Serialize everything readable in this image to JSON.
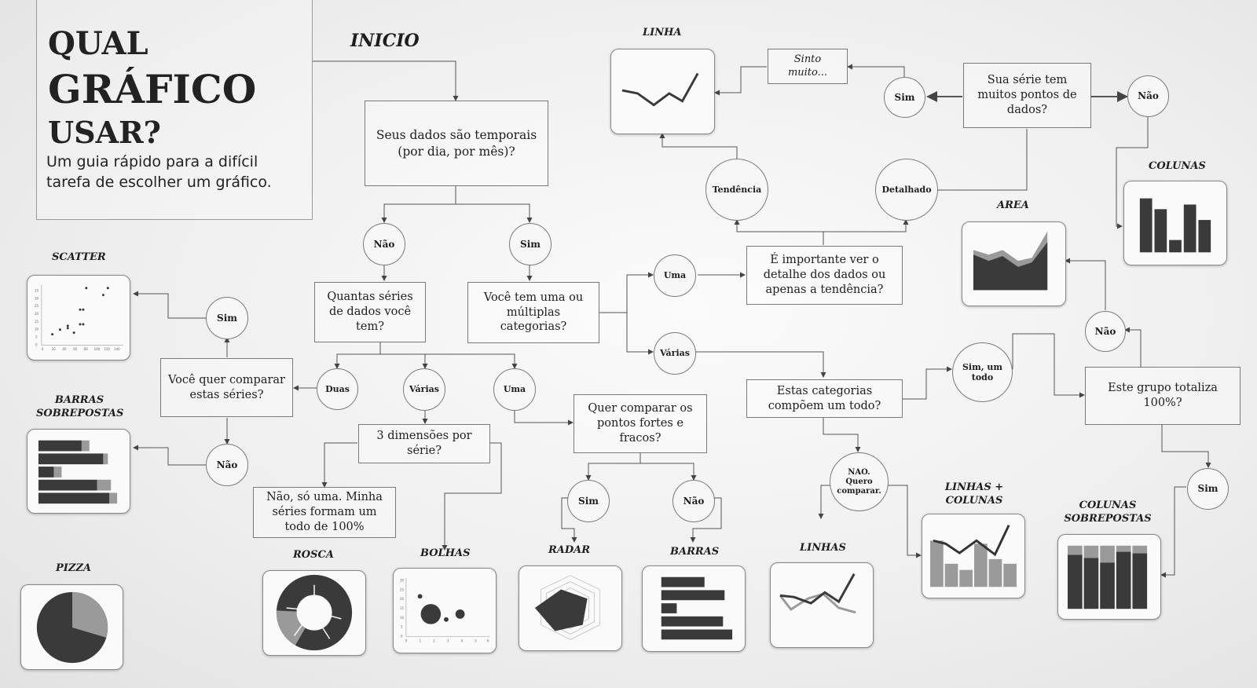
{
  "title": {
    "line1": "QUAL",
    "line2": "GRÁFICO",
    "line3": "USAR?",
    "subtitle": "Um guia rápido para a difícil tarefa de escolher um gráfico."
  },
  "start_label": "INICIO",
  "questions": {
    "temporal": "Seus dados são temporais (por dia, por mês)?",
    "series_count": "Quantas séries de dados você tem?",
    "categories": "Você tem uma ou múltiplas categorias?",
    "compare_series": "Você quer comparar estas séries?",
    "three_dims": "3 dimensões por série?",
    "one_series_whole": "Não, só uma. Minha séries formam um todo de 100%",
    "strengths": "Quer comparar os pontos fortes e fracos?",
    "detail_or_trend": "É importante ver o detalhe dos dados ou apenas a tendência?",
    "many_points": "Sua série tem muitos pontos de dados?",
    "sinto_muito": "Sinto muito...",
    "whole": "Estas categorias compõem um todo?",
    "totals_100": "Este grupo totaliza 100%?"
  },
  "answers": {
    "nao_temporal": "Não",
    "sim_temporal": "Sim",
    "duas": "Duas",
    "varias_series": "Várias",
    "uma_series": "Uma",
    "sim_compare": "Sim",
    "nao_compare": "Não",
    "sim_strengths": "Sim",
    "nao_strengths": "Não",
    "uma_cat": "Uma",
    "varias_cat": "Várias",
    "tendencia": "Tendência",
    "detalhado": "Detalhado",
    "sim_points": "Sim",
    "nao_points": "Não",
    "sim_whole": "Sim, um todo",
    "nao_whole": "NAO. Quero comparar.",
    "nao_100": "Não",
    "sim_100": "Sim"
  },
  "charts": {
    "linha": "LINHA",
    "colunas": "COLUNAS",
    "area": "AREA",
    "scatter": "SCATTER",
    "barras_sobrepostas": "BARRAS SOBREPOSTAS",
    "pizza": "PIZZA",
    "rosca": "ROSCA",
    "bolhas": "BOLHAS",
    "radar": "RADAR",
    "barras": "BARRAS",
    "linhas": "LINHAS",
    "linhas_colunas": "LINHAS + COLUNAS",
    "colunas_sobrepostas": "COLUNAS SOBREPOSTAS"
  },
  "mini_axes": {
    "scatter_y": [
      "0",
      "5",
      "10",
      "15",
      "20",
      "25",
      "30",
      "35"
    ],
    "scatter_x": [
      "0",
      "20",
      "40",
      "60",
      "80",
      "100",
      "120",
      "140"
    ],
    "bubble_y": [
      "0",
      "5",
      "10",
      "15",
      "20",
      "25",
      "30"
    ],
    "bubble_x": [
      "0",
      "1",
      "2",
      "3",
      "4",
      "5",
      "6"
    ]
  },
  "colors": {
    "dark": "#3a3a3a",
    "mid": "#9a9a9a",
    "line": "#555555"
  }
}
